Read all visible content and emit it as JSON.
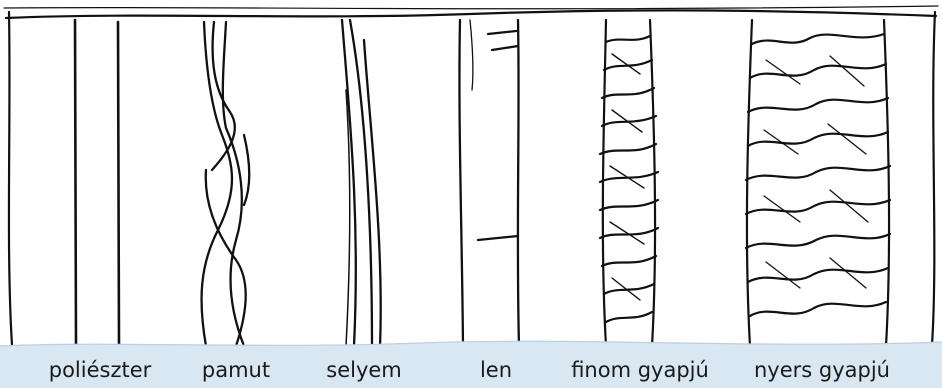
{
  "diagram": {
    "fibers": [
      {
        "label": "poliészter"
      },
      {
        "label": "pamut"
      },
      {
        "label": "selyem"
      },
      {
        "label": "len"
      },
      {
        "label": "finom gyapjú"
      },
      {
        "label": "nyers gyapjú"
      }
    ]
  },
  "colors": {
    "line": "#111111",
    "label_band": "#d9e7f3"
  }
}
